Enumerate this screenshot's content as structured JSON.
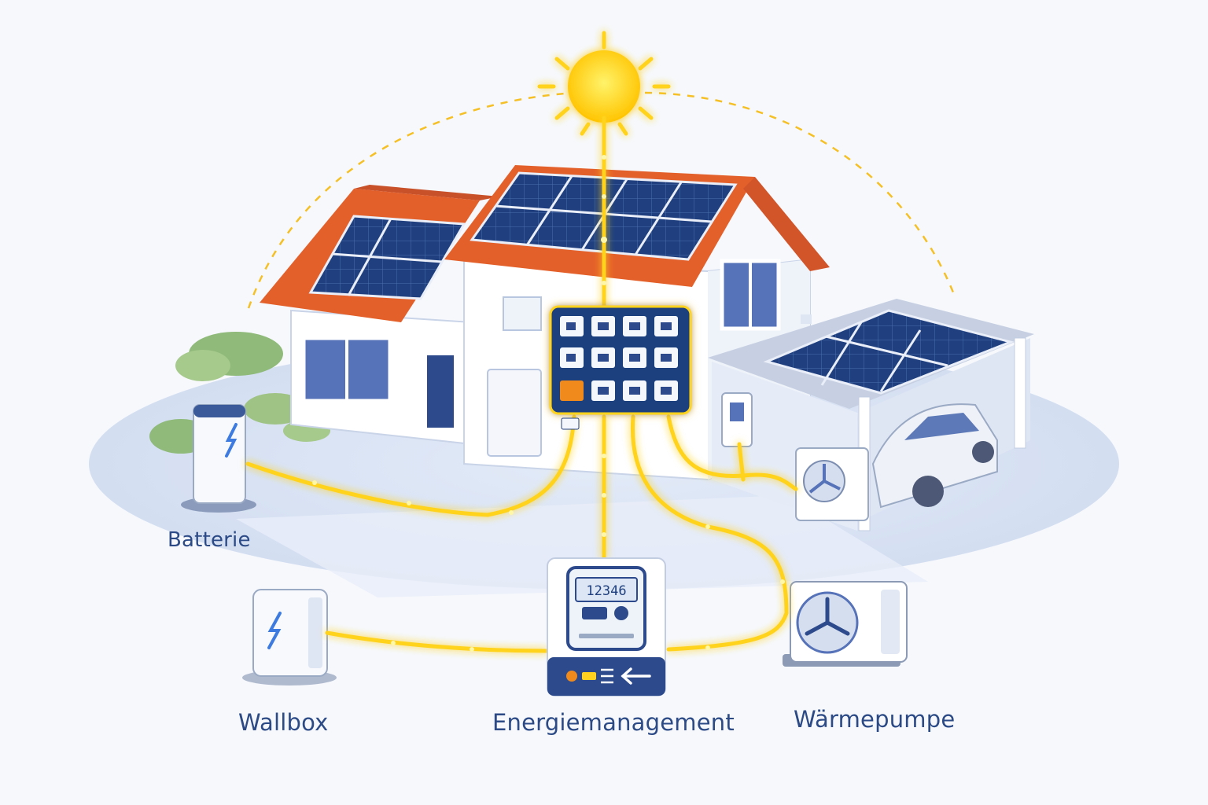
{
  "labels": {
    "battery": "Batterie",
    "wallbox": "Wallbox",
    "energy_management": "Energiemanagement",
    "heat_pump": "Wärmepumpe"
  },
  "meter": {
    "reading": "12346"
  },
  "colors": {
    "energy_flow": "#ffd21f",
    "roof": "#e4602a",
    "solar_panel": "#1f3f7e",
    "label_text": "#2b4a86",
    "accent_orange": "#f08a1c"
  },
  "icons": [
    "sun-icon",
    "lightning-icon",
    "arrow-left-icon",
    "fan-icon"
  ]
}
